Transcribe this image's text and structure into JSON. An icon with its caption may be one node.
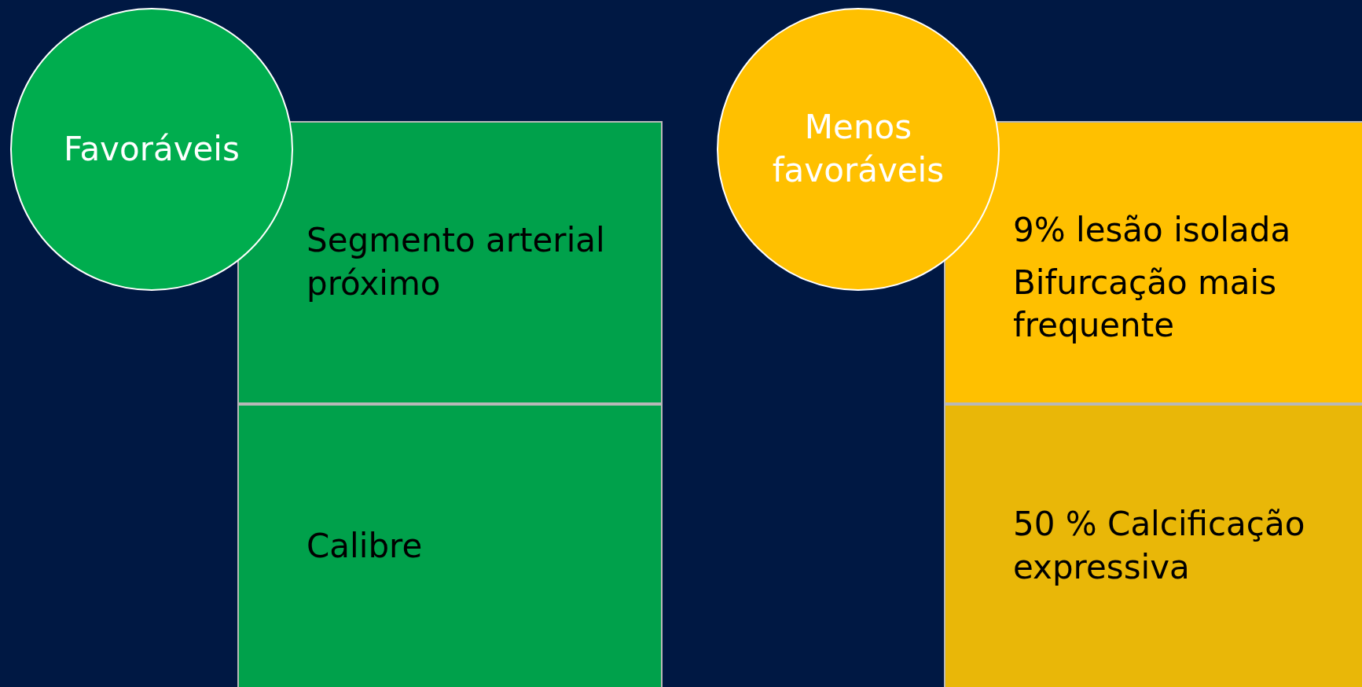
{
  "diagram": {
    "nodes": [
      {
        "text": [
          "Favoráveis"
        ]
      },
      {
        "text": [
          "Segmento arterial próximo"
        ]
      },
      {
        "text": [
          "Calibre"
        ]
      },
      {
        "text": [
          "Menos favoráveis"
        ]
      },
      {
        "text": [
          "9% lesão isolada",
          "Bifurcação mais frequente"
        ]
      },
      {
        "text": [
          "50 % Calcificação expressiva"
        ]
      }
    ]
  }
}
